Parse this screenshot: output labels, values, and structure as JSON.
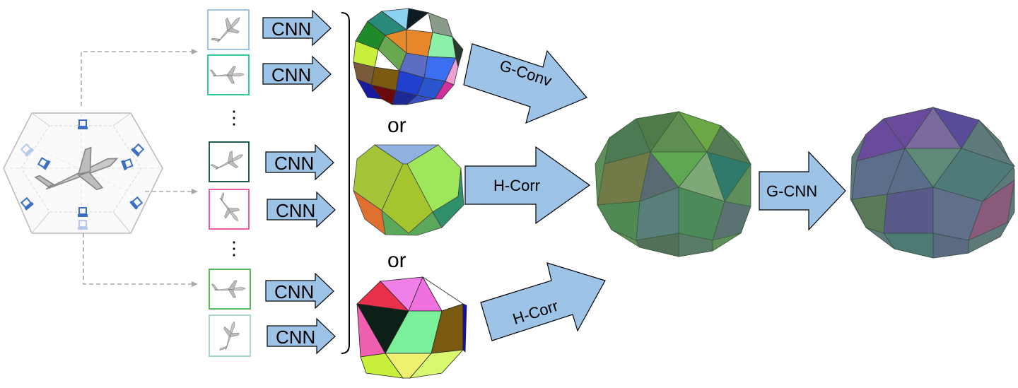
{
  "cnn_label": "CNN",
  "or_label": "or",
  "ellipsis": "⋮",
  "arrows": {
    "g_conv": "G-Conv",
    "h_corr_middle": "H-Corr",
    "h_corr_bottom": "H-Corr",
    "g_cnn": "G-CNN"
  },
  "colors": {
    "arrow_fill": "#9dc3e6",
    "arrow_stroke": "#000000",
    "view_frame_colors": [
      "#9dc3e6",
      "#2ecc9a",
      "#1f5c4f",
      "#e75ca5",
      "#5cb85c",
      "#a8d8c0"
    ]
  },
  "icons": {
    "camera": "camera-icon",
    "airplane": "airplane-icon"
  }
}
